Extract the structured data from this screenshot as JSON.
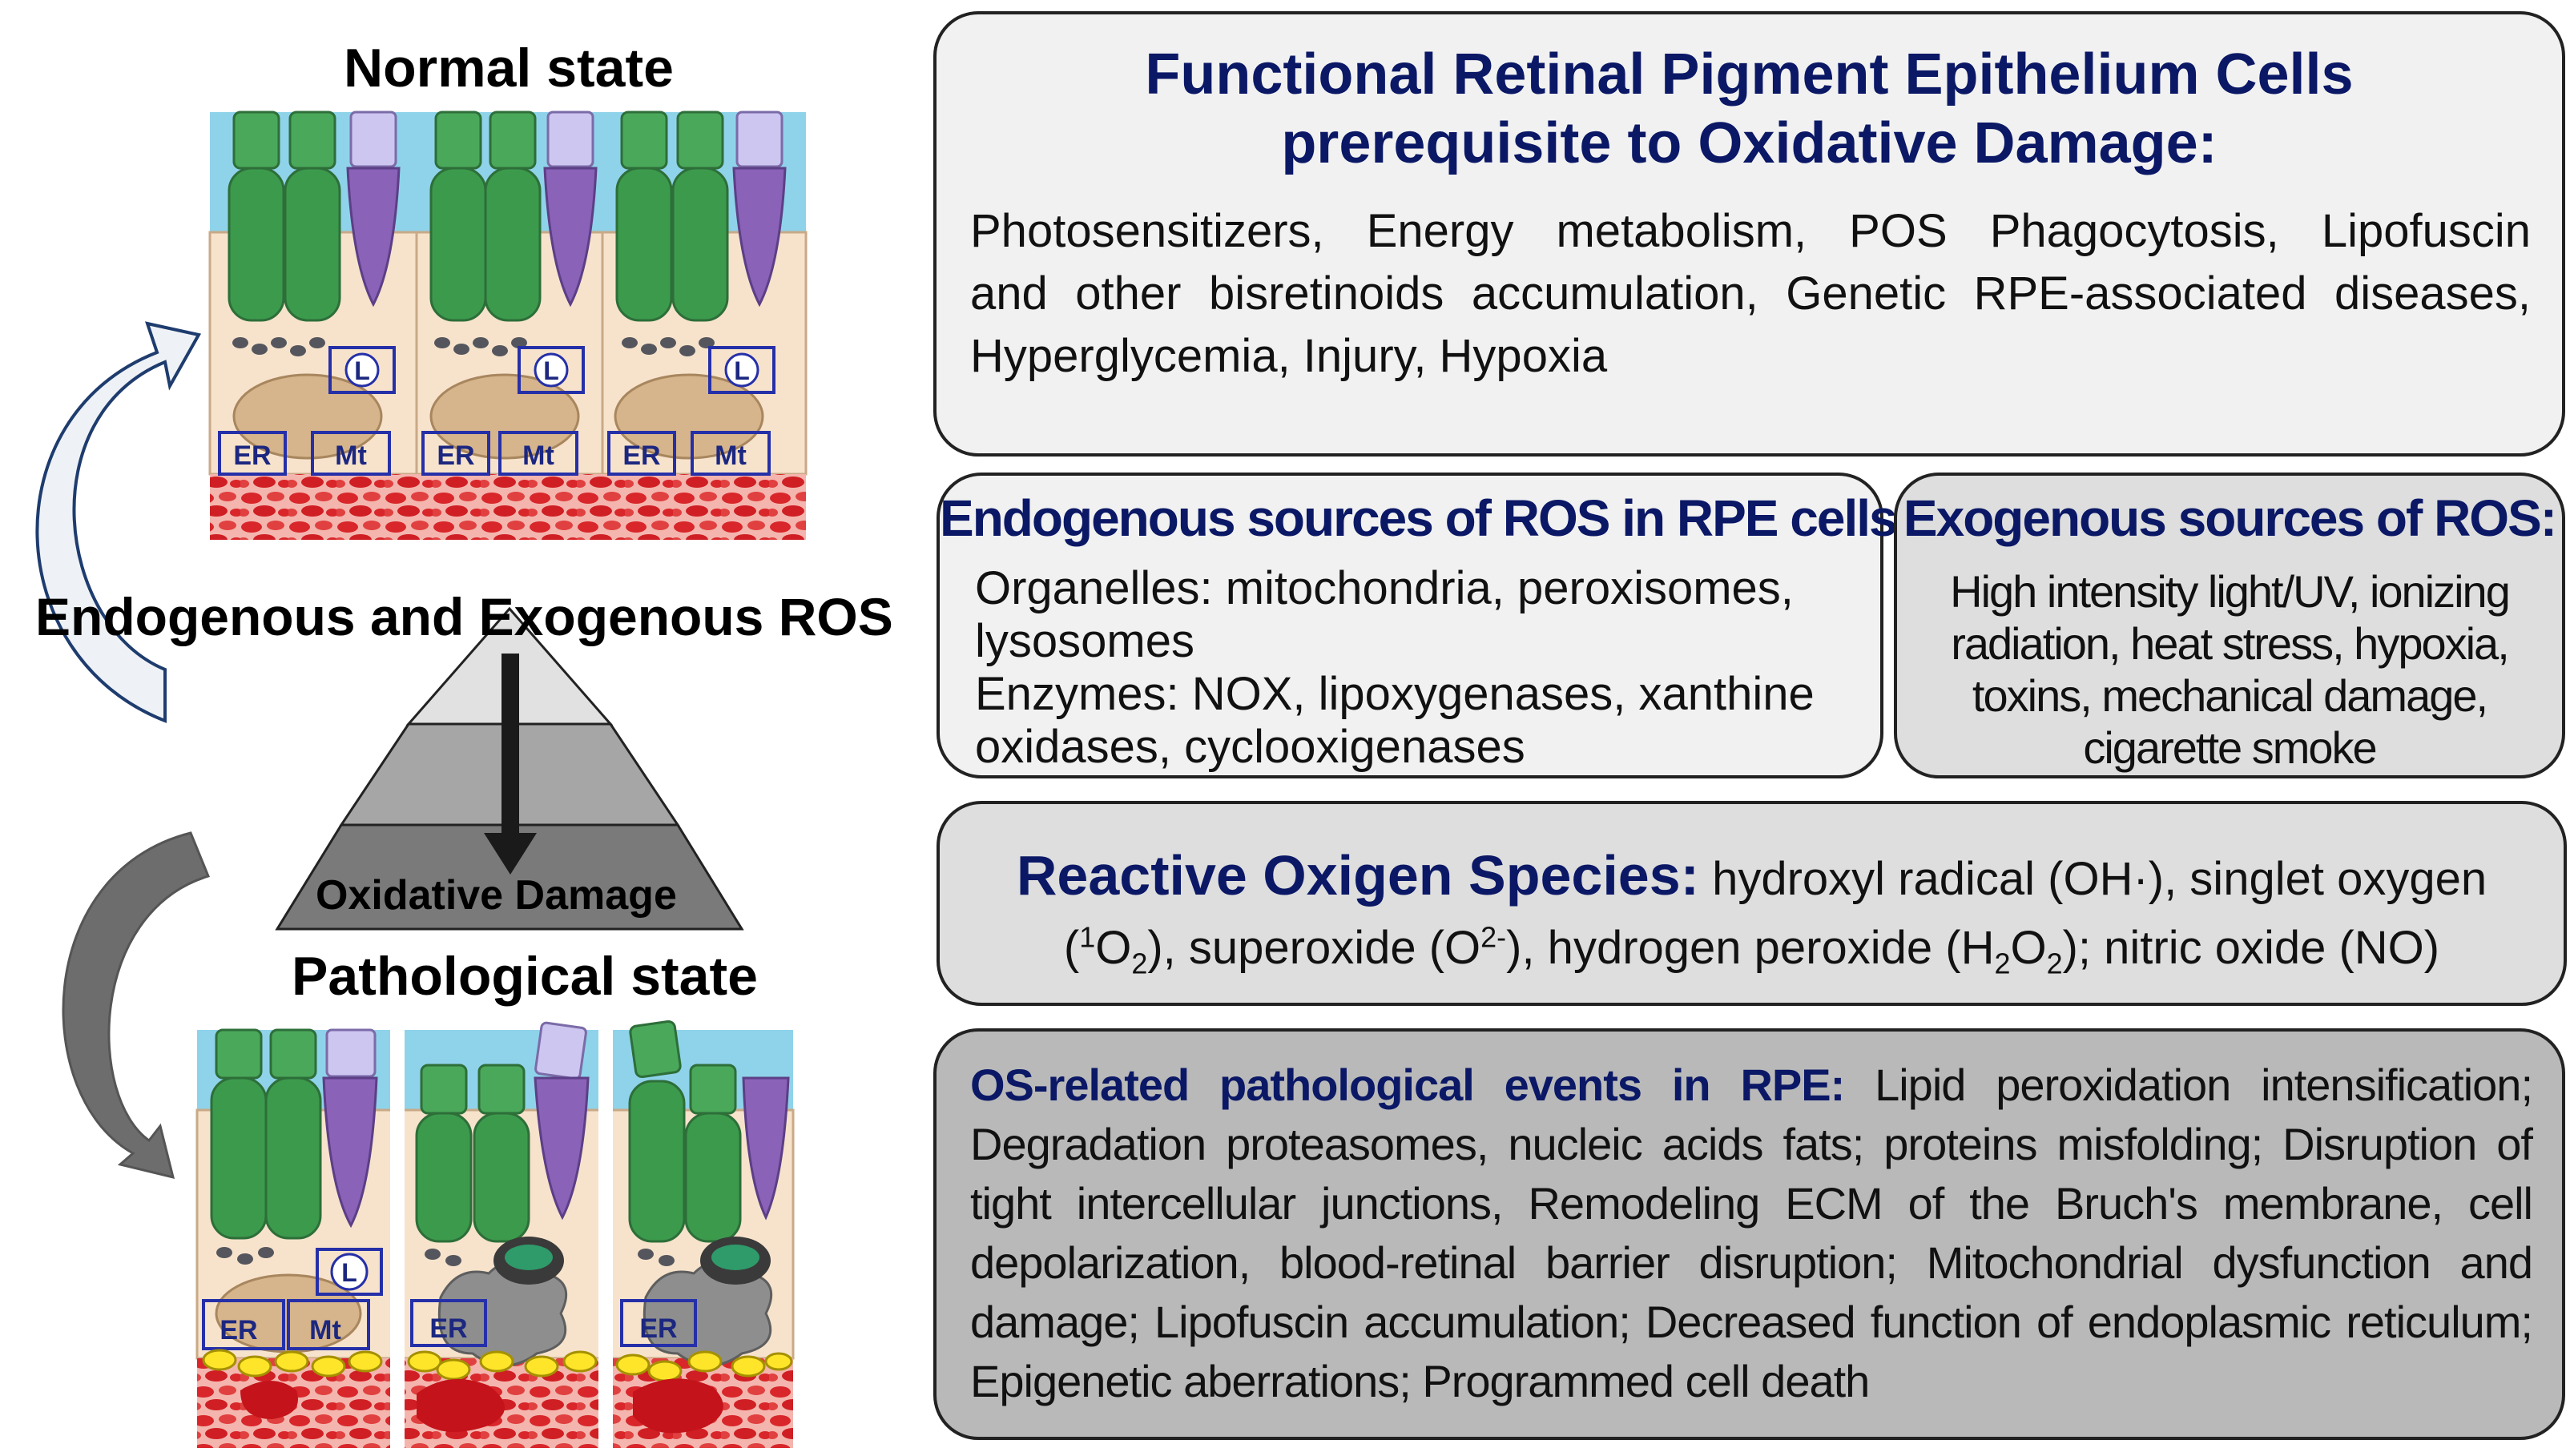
{
  "left": {
    "normal_state": "Normal state",
    "ros_label": "Endogenous and Exogenous ROS",
    "pathological_state": "Pathological state",
    "oxidative_damage": "Oxidative Damage",
    "organelles": {
      "er": "ER",
      "mt": "Mt",
      "l": "L"
    }
  },
  "functional_box": {
    "title_line1": "Functional Retinal Pigment Epithelium Cells",
    "title_line2": "prerequisite to Oxidative Damage:",
    "body_line1": "Photosensitizers, Energy metabolism, POS Phagocytosis, Lipofuscin",
    "body_line2": "and other bisretinoids accumulation, Genetic RPE-associated diseases,",
    "body_line3": "Hyperglycemia, Injury, Hypoxia"
  },
  "endogenous_box": {
    "title": "Endogenous sources of ROS in RPE cells:",
    "line1": "Organelles: mitochondria, peroxisomes,",
    "line2": "lysosomes",
    "line3": "Enzymes: NOX, lipoxygenases, xanthine",
    "line4": "oxidases, cyclooxigenases"
  },
  "exogenous_box": {
    "title": "Exogenous sources of ROS:",
    "line1": "High intensity light/UV, ionizing",
    "line2": "radiation, heat stress, hypoxia,",
    "line3": "toxins, mechanical damage,",
    "line4": "cigarette smoke"
  },
  "ros_box": {
    "title": "Reactive Oxigen Species:",
    "line1_rest": "hydroxyl radical (OH·), singlet oxygen",
    "line2": {
      "p1": "(",
      "sup1": "1",
      "p2": "O",
      "sub1": "2",
      "p3": "), superoxide (O",
      "sup2": "2-",
      "p4": "), hydrogen peroxide (H",
      "sub2": "2",
      "p5": "O",
      "sub3": "2",
      "p6": "); nitric oxide (NO)"
    }
  },
  "os_box": {
    "title": "OS-related pathological events in RPE:",
    "line1_rest": "Lipid peroxidation intensification;",
    "line2": "Degradation proteasomes, nucleic acids fats; proteins misfolding; Disruption of",
    "line3": "tight intercellular junctions, Remodeling ECM of the Bruch's membrane, cell",
    "line4": "depolarization, blood-retinal barrier disruption; Mitochondrial dysfunction and",
    "line5": "damage; Lipofuscin accumulation; Decreased function of endoplasmic reticulum;",
    "line6": "Epigenetic aberrations; Programmed cell death"
  },
  "colors": {
    "title_navy": "#0b1866",
    "box_light": "#f1f1f1",
    "box_mid": "#dedede",
    "box_dark": "#b9b9b9",
    "sky": "#8fd3ea",
    "rod_green": "#3c9a4c",
    "cone_purple": "#8a62b8",
    "blood_red": "#d8262a",
    "cell_beige": "#f7e3cc"
  }
}
